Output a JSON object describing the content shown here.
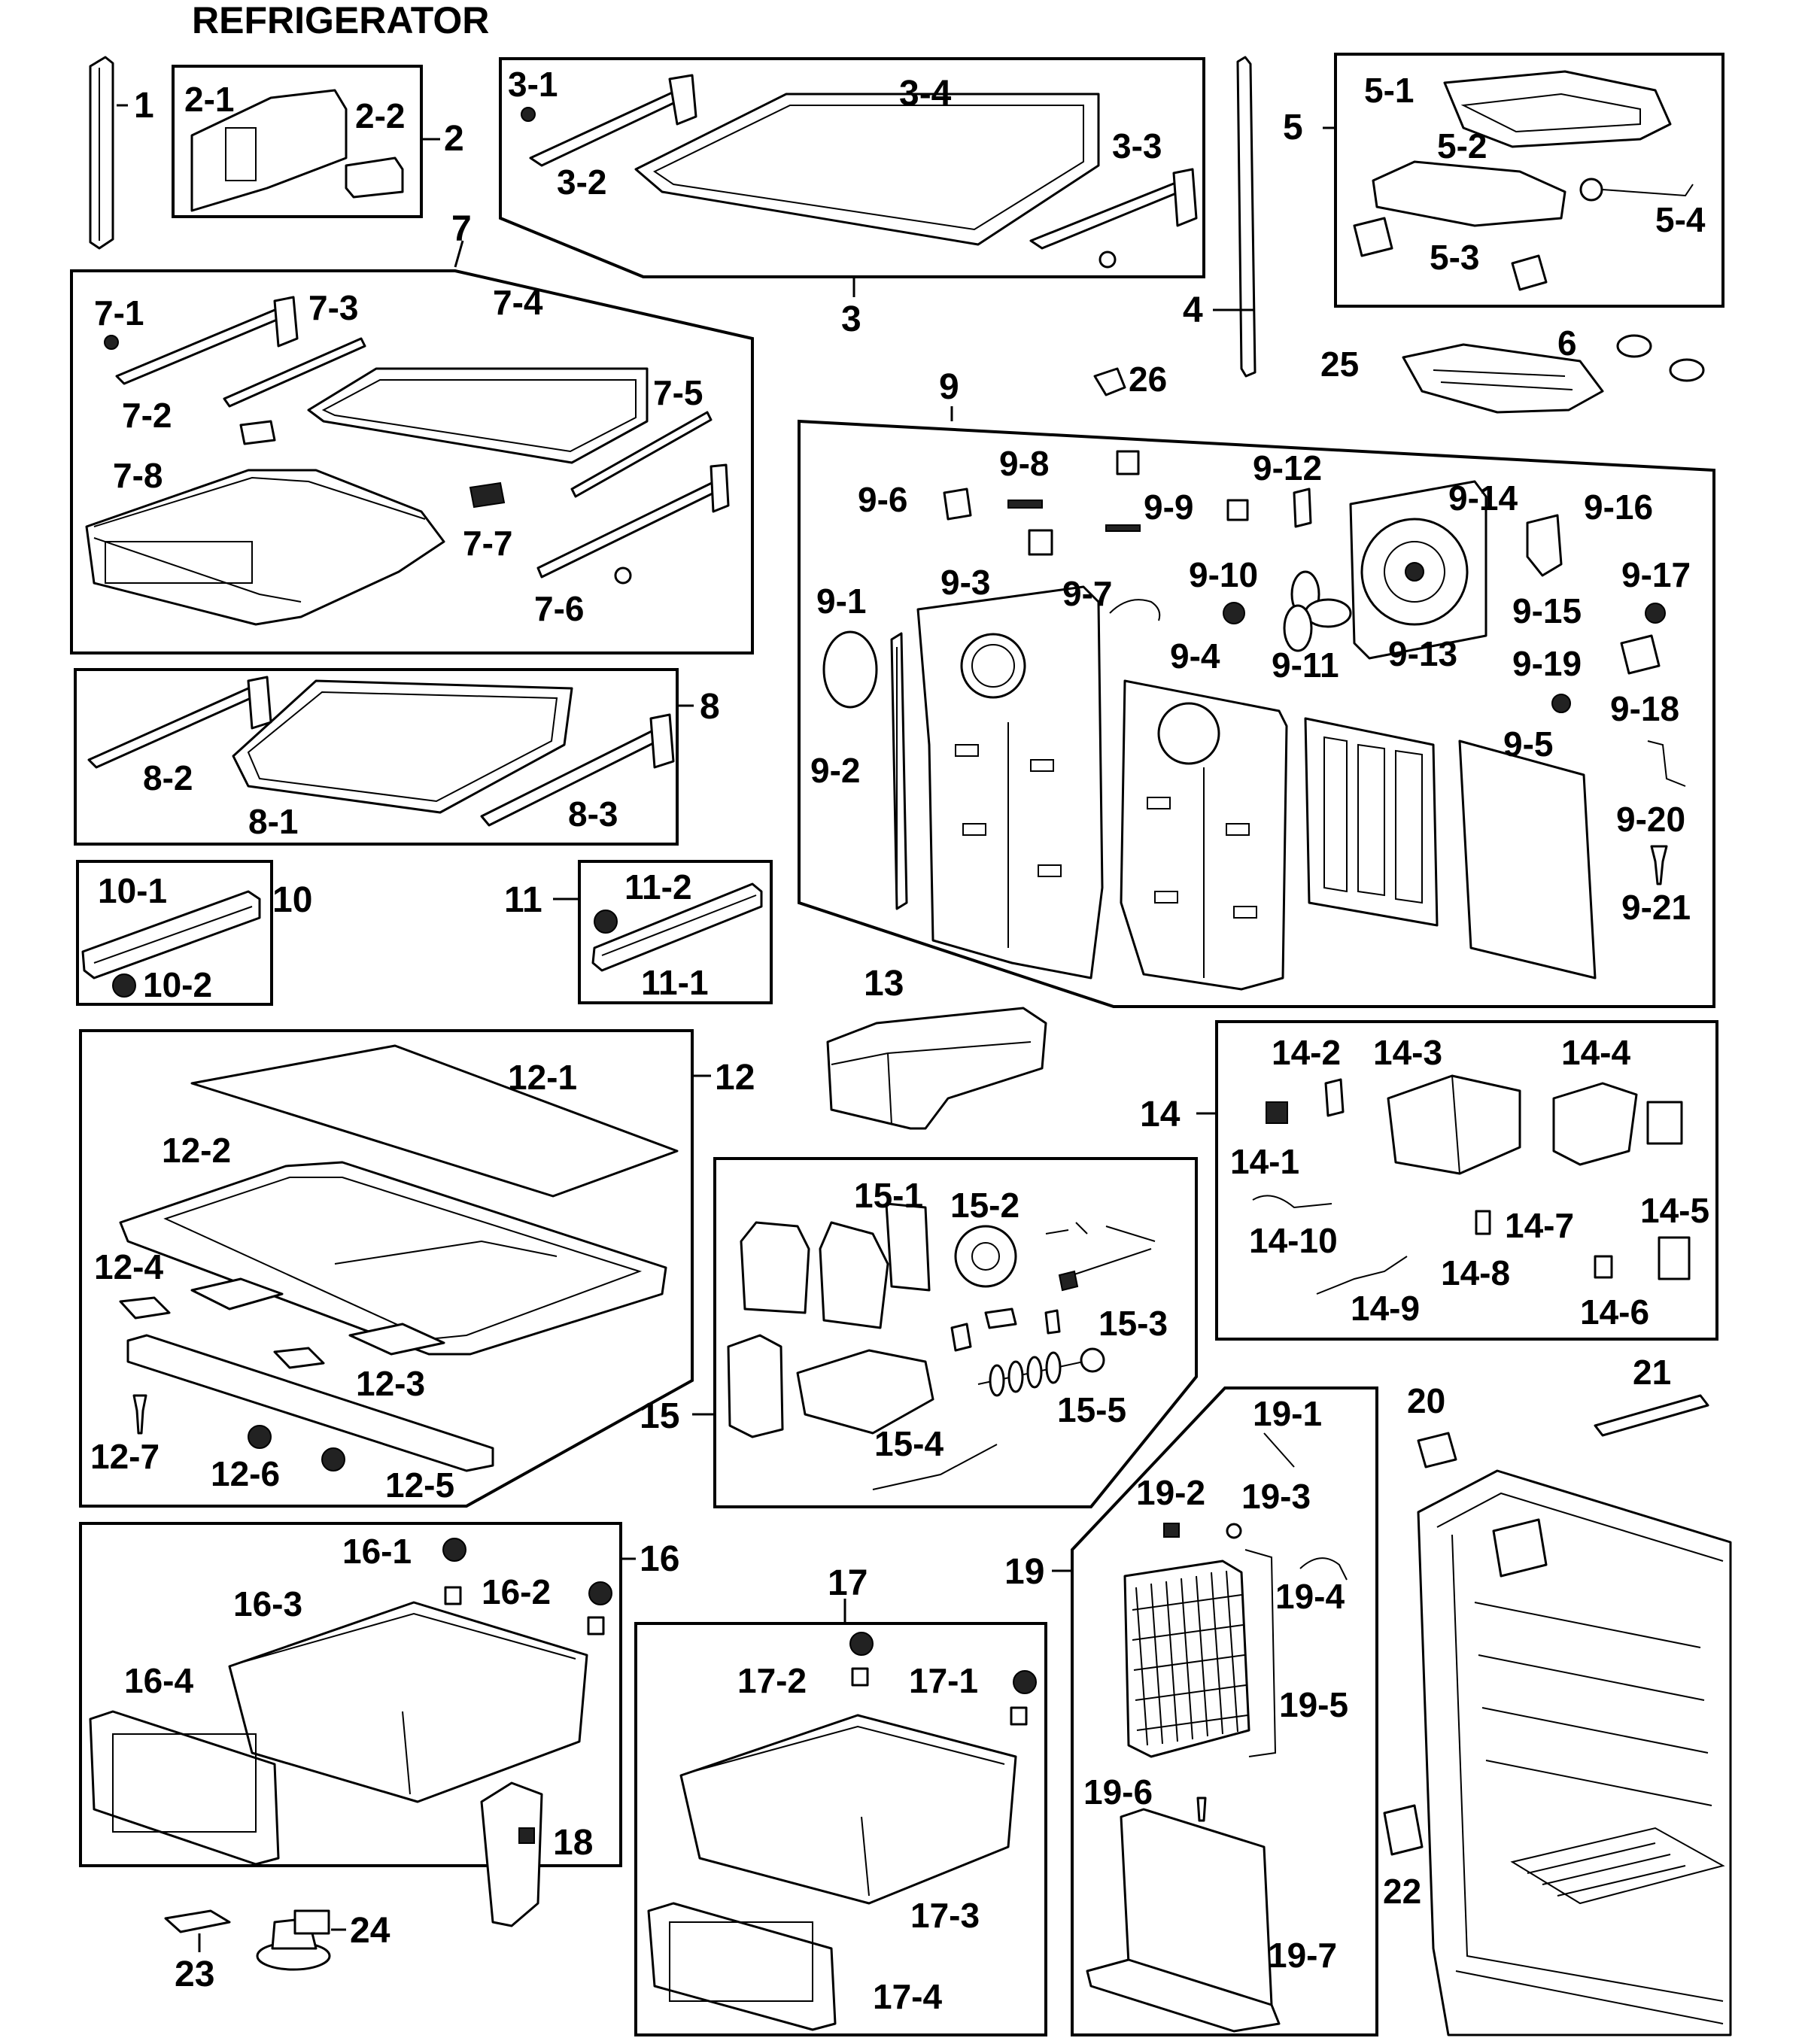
{
  "title": "REFRIGERATOR",
  "callouts": {
    "c1": "1",
    "c2_1": "2-1",
    "c2_2": "2-2",
    "c2": "2",
    "c3_1": "3-1",
    "c3_2": "3-2",
    "c3_3": "3-3",
    "c3_4": "3-4",
    "c3": "3",
    "c4": "4",
    "c5": "5",
    "c5_1": "5-1",
    "c5_2": "5-2",
    "c5_3": "5-3",
    "c5_4": "5-4",
    "c6": "6",
    "c25": "25",
    "c26": "26",
    "c7": "7",
    "c7_1": "7-1",
    "c7_2": "7-2",
    "c7_3": "7-3",
    "c7_4": "7-4",
    "c7_5": "7-5",
    "c7_6": "7-6",
    "c7_7": "7-7",
    "c7_8": "7-8",
    "c8": "8",
    "c8_1": "8-1",
    "c8_2": "8-2",
    "c8_3": "8-3",
    "c9": "9",
    "c9_1": "9-1",
    "c9_2": "9-2",
    "c9_3": "9-3",
    "c9_4": "9-4",
    "c9_5": "9-5",
    "c9_6": "9-6",
    "c9_7": "9-7",
    "c9_8": "9-8",
    "c9_9": "9-9",
    "c9_10": "9-10",
    "c9_11": "9-11",
    "c9_12": "9-12",
    "c9_13": "9-13",
    "c9_14": "9-14",
    "c9_15": "9-15",
    "c9_16": "9-16",
    "c9_17": "9-17",
    "c9_18": "9-18",
    "c9_19": "9-19",
    "c9_20": "9-20",
    "c9_21": "9-21",
    "c10": "10",
    "c10_1": "10-1",
    "c10_2": "10-2",
    "c11": "11",
    "c11_1": "11-1",
    "c11_2": "11-2",
    "c12": "12",
    "c12_1": "12-1",
    "c12_2": "12-2",
    "c12_3": "12-3",
    "c12_4": "12-4",
    "c12_5": "12-5",
    "c12_6": "12-6",
    "c12_7": "12-7",
    "c13": "13",
    "c14": "14",
    "c14_1": "14-1",
    "c14_2": "14-2",
    "c14_3": "14-3",
    "c14_4": "14-4",
    "c14_5": "14-5",
    "c14_6": "14-6",
    "c14_7": "14-7",
    "c14_8": "14-8",
    "c14_9": "14-9",
    "c14_10": "14-10",
    "c15": "15",
    "c15_1": "15-1",
    "c15_2": "15-2",
    "c15_3": "15-3",
    "c15_4": "15-4",
    "c15_5": "15-5",
    "c16": "16",
    "c16_1": "16-1",
    "c16_2": "16-2",
    "c16_3": "16-3",
    "c16_4": "16-4",
    "c17": "17",
    "c17_1": "17-1",
    "c17_2": "17-2",
    "c17_3": "17-3",
    "c17_4": "17-4",
    "c18": "18",
    "c19": "19",
    "c19_1": "19-1",
    "c19_2": "19-2",
    "c19_3": "19-3",
    "c19_4": "19-4",
    "c19_5": "19-5",
    "c19_6": "19-6",
    "c19_7": "19-7",
    "c20": "20",
    "c21": "21",
    "c22": "22",
    "c23": "23",
    "c24": "24"
  }
}
